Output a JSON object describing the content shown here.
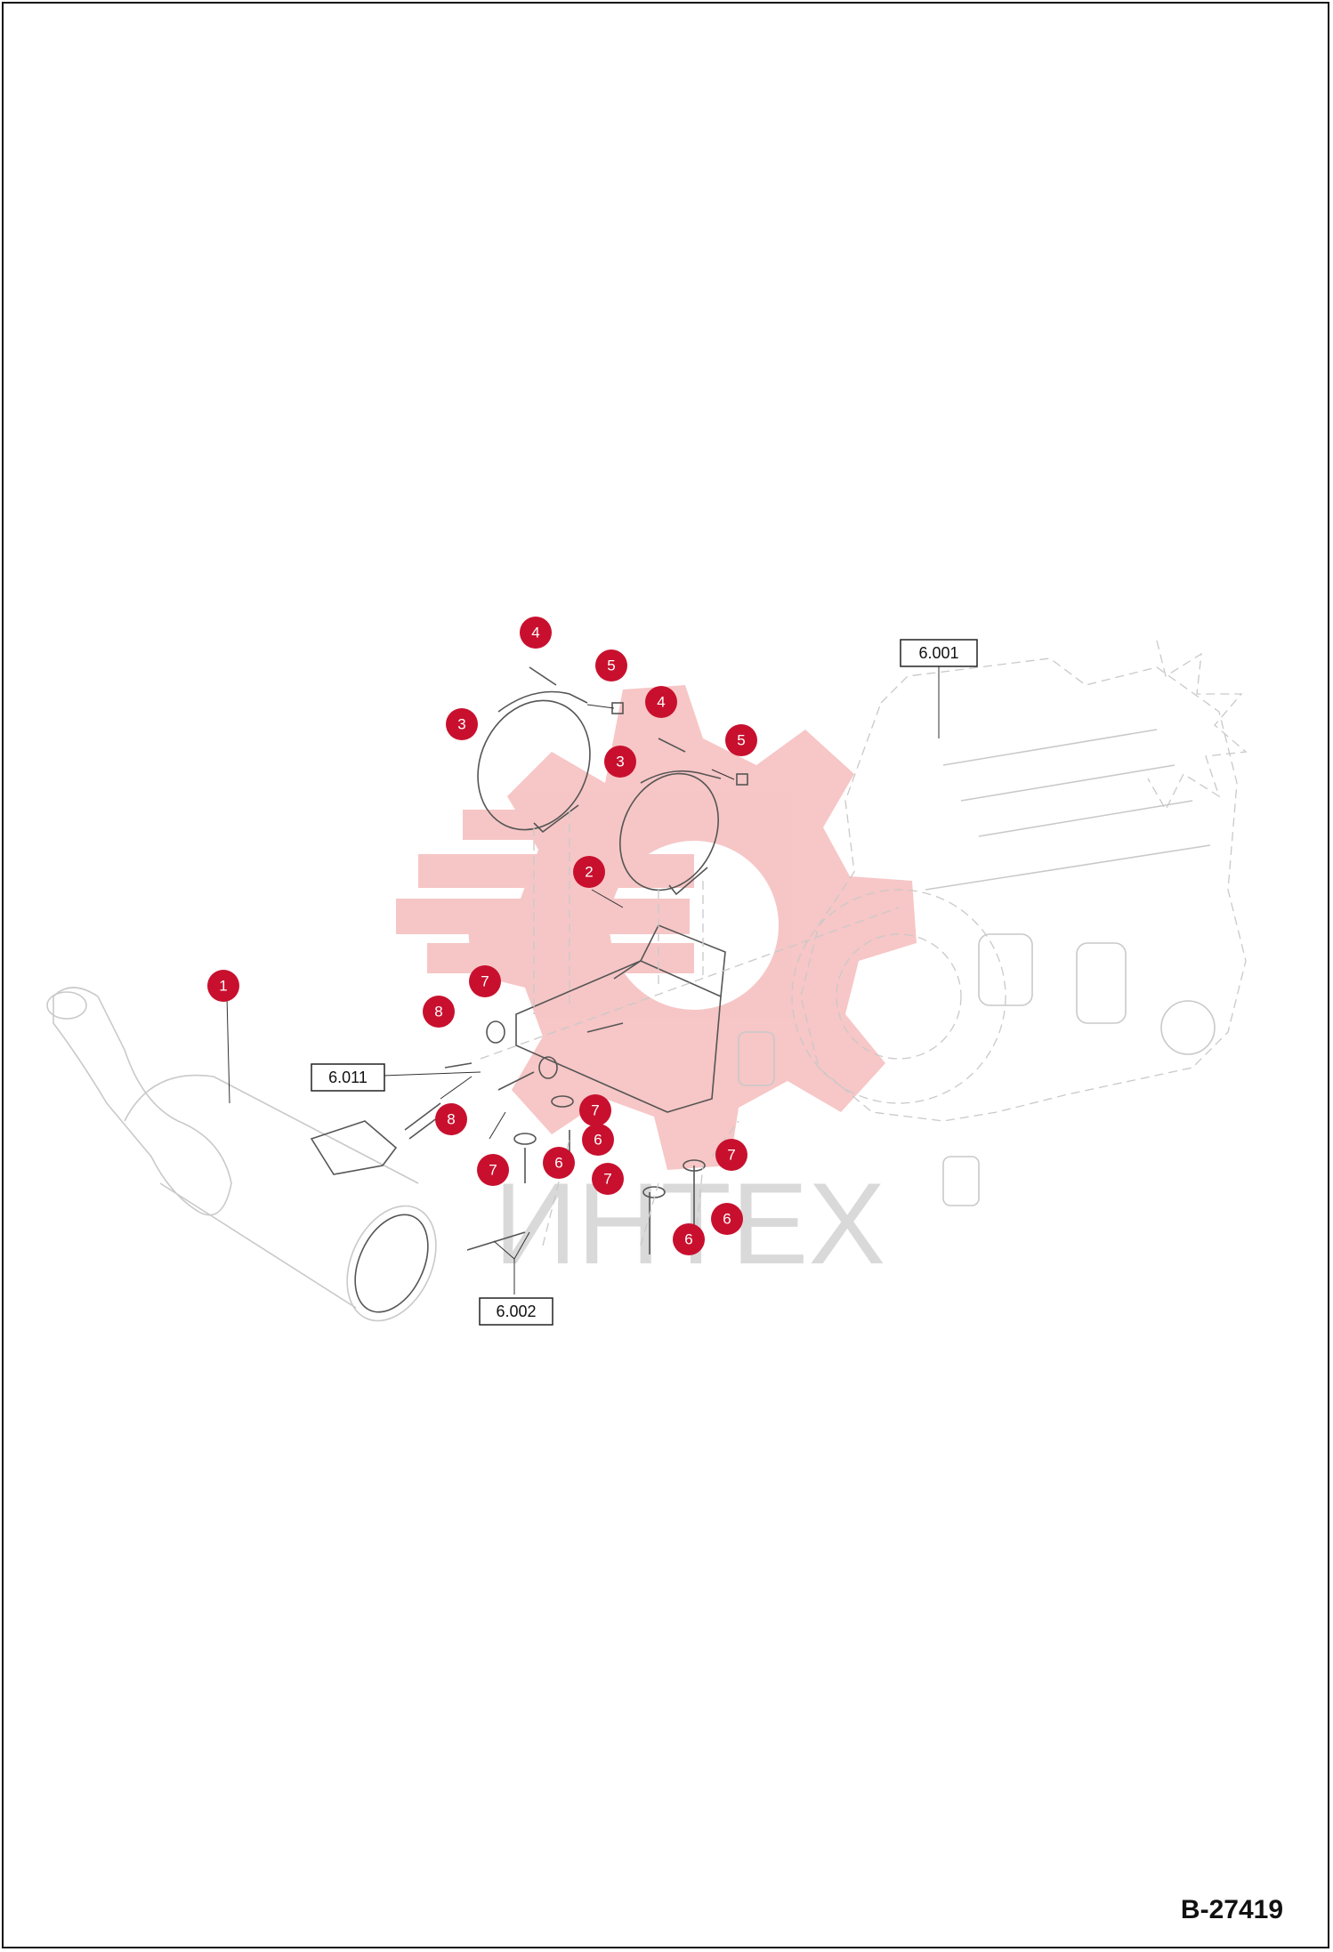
{
  "document_id": "B-27419",
  "watermark": {
    "text": "ИНТЕХ",
    "color": "#f4b3b3"
  },
  "colors": {
    "callout": "#c8102e",
    "line": "#555555",
    "faint": "#c9c9c9"
  },
  "callouts": [
    {
      "id": "c-4a",
      "label": "4"
    },
    {
      "id": "c-5a",
      "label": "5"
    },
    {
      "id": "c-3a",
      "label": "3"
    },
    {
      "id": "c-4b",
      "label": "4"
    },
    {
      "id": "c-5b",
      "label": "5"
    },
    {
      "id": "c-3b",
      "label": "3"
    },
    {
      "id": "c-2",
      "label": "2"
    },
    {
      "id": "c-1",
      "label": "1"
    },
    {
      "id": "c-7a",
      "label": "7"
    },
    {
      "id": "c-8a",
      "label": "8"
    },
    {
      "id": "c-8b",
      "label": "8"
    },
    {
      "id": "c-7b",
      "label": "7"
    },
    {
      "id": "c-6a",
      "label": "6"
    },
    {
      "id": "c-7c",
      "label": "7"
    },
    {
      "id": "c-6b",
      "label": "6"
    },
    {
      "id": "c-7d",
      "label": "7"
    },
    {
      "id": "c-7e",
      "label": "7"
    },
    {
      "id": "c-6c",
      "label": "6"
    },
    {
      "id": "c-6d",
      "label": "6"
    }
  ],
  "references": [
    {
      "id": "r-6001",
      "label": "6.001"
    },
    {
      "id": "r-6011",
      "label": "6.011"
    },
    {
      "id": "r-6002",
      "label": "6.002"
    }
  ]
}
